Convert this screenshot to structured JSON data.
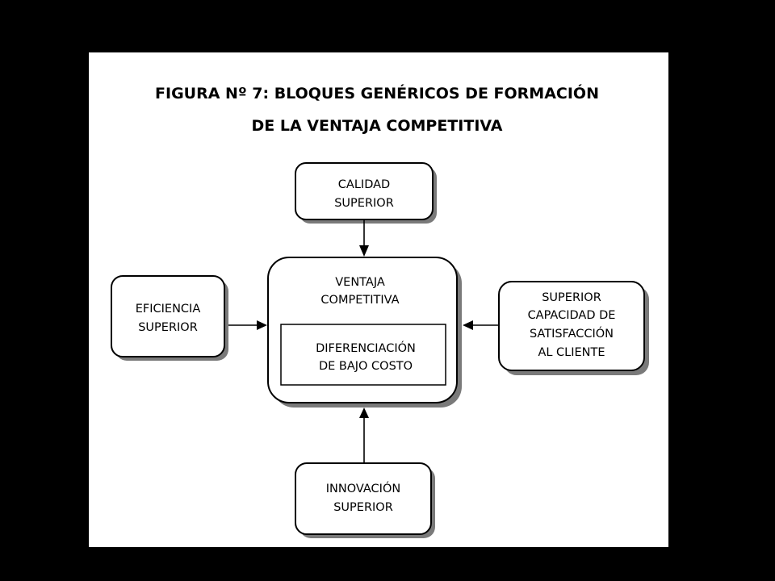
{
  "figure": {
    "title_line1": "FIGURA Nº 7: BLOQUES GENÉRICOS DE FORMACIÓN",
    "title_line2": "DE LA VENTAJA COMPETITIVA"
  },
  "center_block": {
    "label_line1": "VENTAJA",
    "label_line2": "COMPETITIVA",
    "inner_line1": "DIFERENCIACIÓN",
    "inner_line2": "DE BAJO COSTO"
  },
  "blocks": {
    "top": {
      "line1": "CALIDAD",
      "line2": "SUPERIOR"
    },
    "left": {
      "line1": "EFICIENCIA",
      "line2": "SUPERIOR"
    },
    "right": {
      "line1": "SUPERIOR",
      "line2": "CAPACIDAD DE",
      "line3": "SATISFACCIÓN",
      "line4": "AL CLIENTE"
    },
    "bottom": {
      "line1": "INNOVACIÓN",
      "line2": "SUPERIOR"
    }
  },
  "colors": {
    "page_background": "#000000",
    "panel_background": "#ffffff",
    "box_shadow": "#7a7a7a",
    "stroke": "#000000"
  }
}
